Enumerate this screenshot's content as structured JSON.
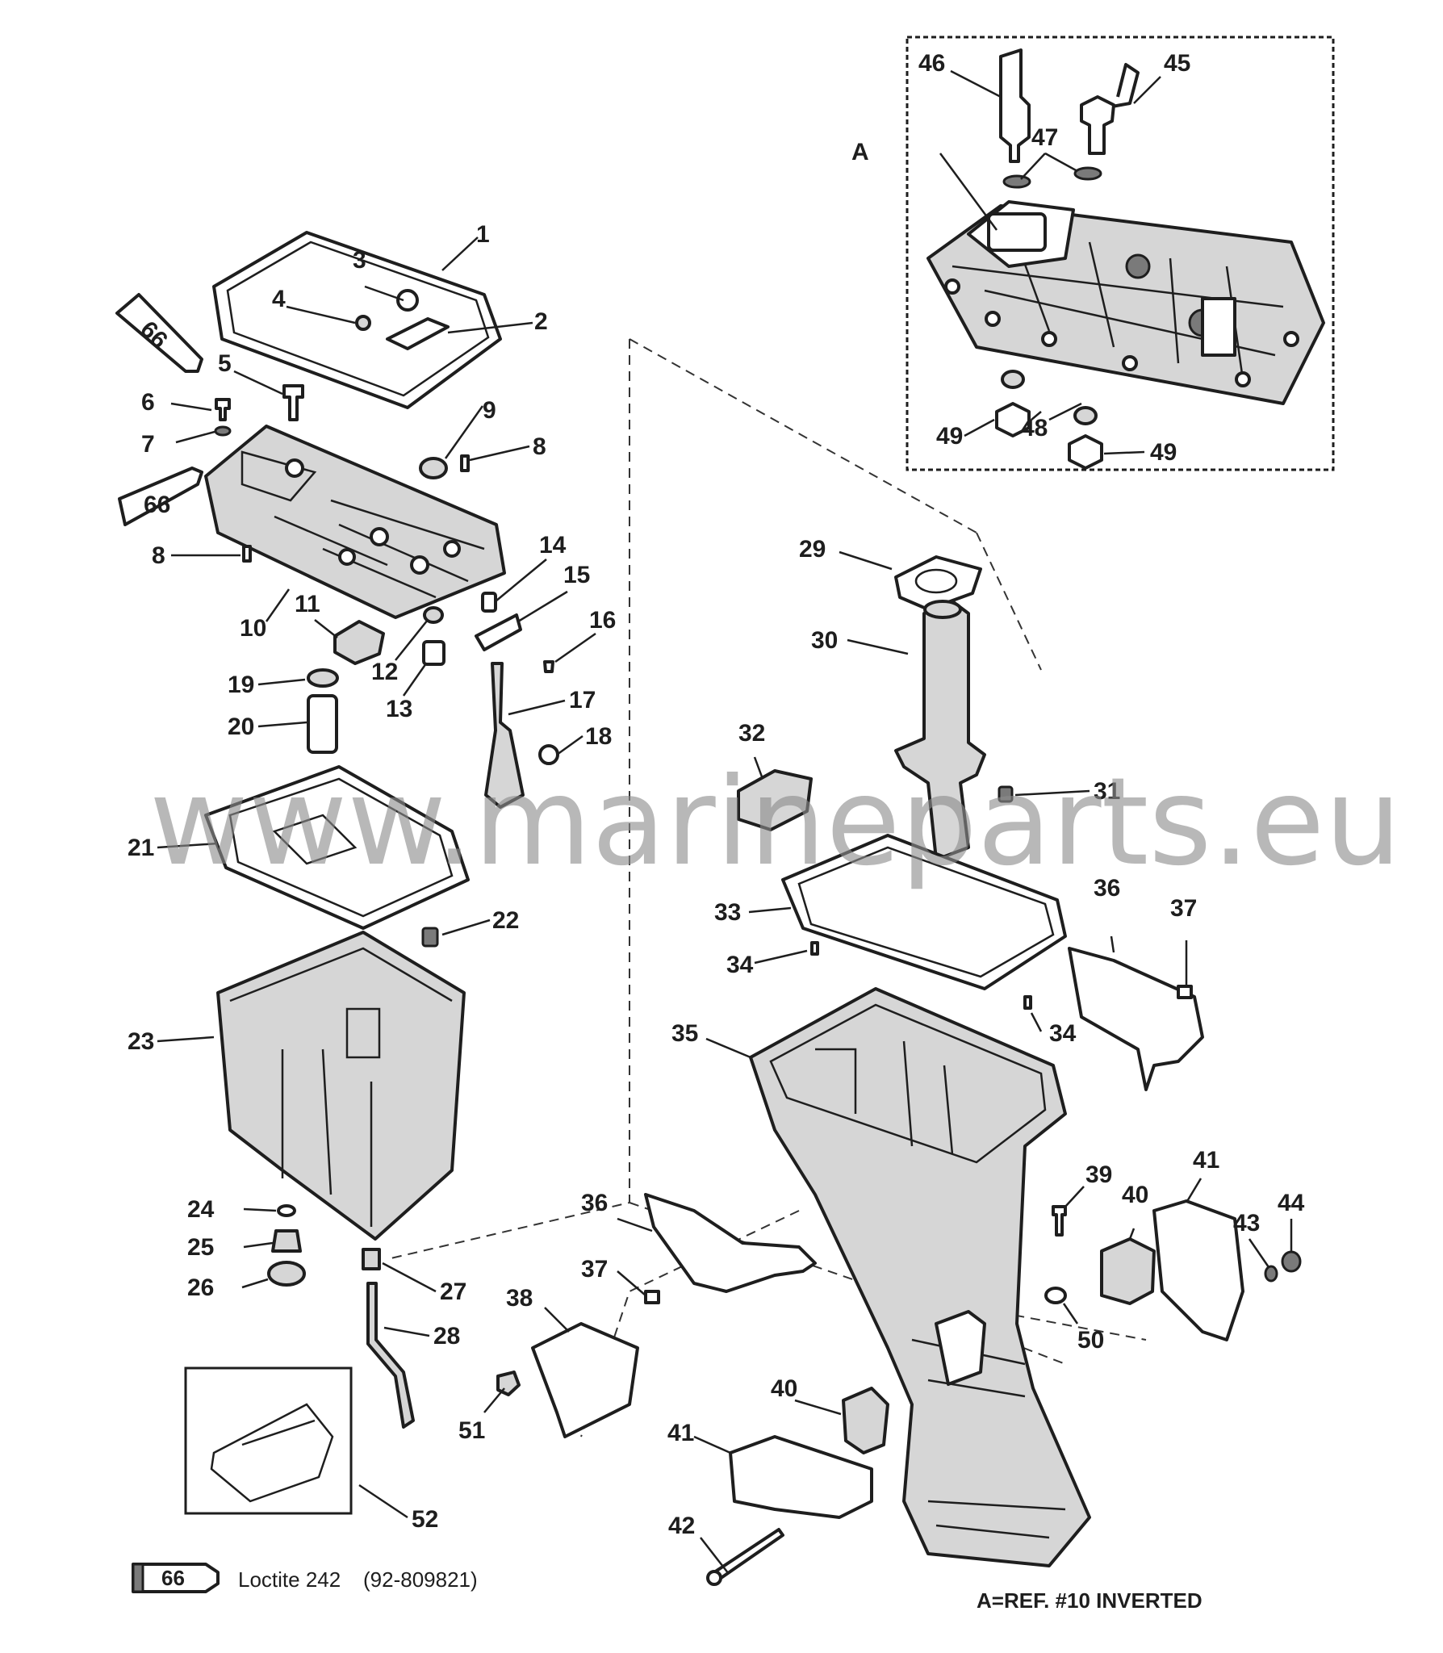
{
  "watermark": "www.marineparts.eu",
  "inset": {
    "letter": "A",
    "caption": "A=REF. #10 INVERTED"
  },
  "legend": {
    "tube_code": "66",
    "sealant_text": "Loctite 242",
    "part_number": "(92-809821)"
  },
  "callouts": {
    "c1": "1",
    "c2": "2",
    "c3": "3",
    "c4": "4",
    "c5": "5",
    "c6": "6",
    "c7": "7",
    "c8a": "8",
    "c8b": "8",
    "c9": "9",
    "c10": "10",
    "c11": "11",
    "c12": "12",
    "c13": "13",
    "c14": "14",
    "c15": "15",
    "c16": "16",
    "c17": "17",
    "c18": "18",
    "c19": "19",
    "c20": "20",
    "c21": "21",
    "c22": "22",
    "c23": "23",
    "c24": "24",
    "c25": "25",
    "c26": "26",
    "c27": "27",
    "c28": "28",
    "c29": "29",
    "c30": "30",
    "c31": "31",
    "c32": "32",
    "c33": "33",
    "c34a": "34",
    "c34b": "34",
    "c35": "35",
    "c36a": "36",
    "c36b": "36",
    "c37a": "37",
    "c37b": "37",
    "c38": "38",
    "c39": "39",
    "c40a": "40",
    "c40b": "40",
    "c41a": "41",
    "c41b": "41",
    "c42": "42",
    "c43": "43",
    "c44": "44",
    "c45": "45",
    "c46": "46",
    "c47": "47",
    "c48": "48",
    "c49a": "49",
    "c49b": "49",
    "c50": "50",
    "c51": "51",
    "c52": "52"
  },
  "tube_labels": {
    "upper": "66",
    "lower": "66"
  }
}
